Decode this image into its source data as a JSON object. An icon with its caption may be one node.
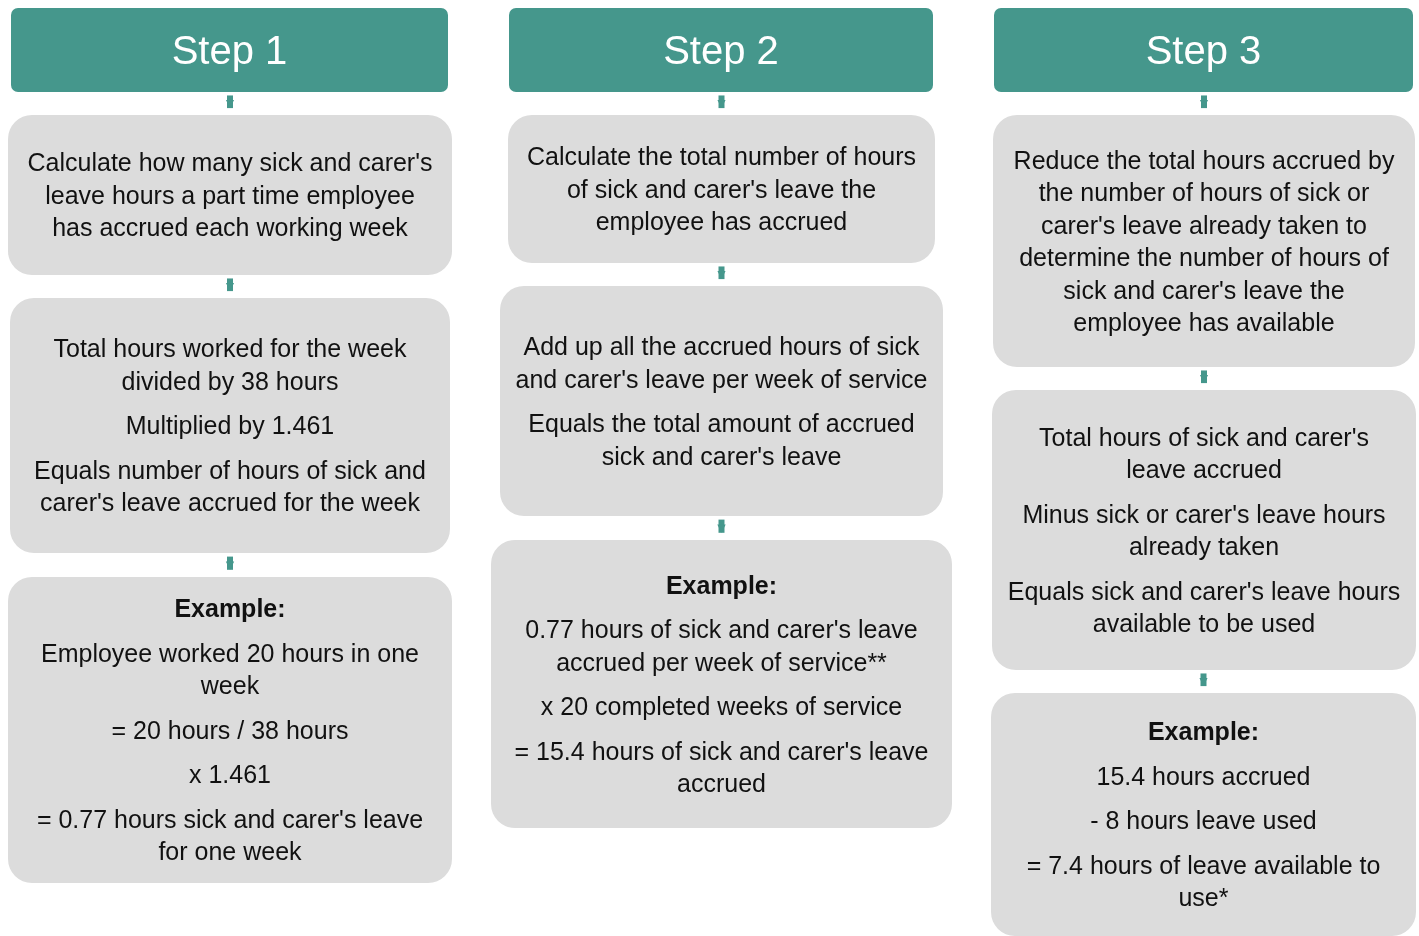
{
  "diagram": {
    "nodes": [
      {
        "text": [
          "Step 1"
        ]
      },
      {
        "text": [
          "Calculate how many sick and carer's leave hours a part time employee has accrued each working week"
        ]
      },
      {
        "text": [
          "Total hours worked for the week divided by 38 hours",
          "Multiplied by 1.461",
          "Equals number of hours of sick and carer's leave accrued for the week"
        ]
      },
      {
        "text": [
          "Example:",
          "Employee worked 20 hours in one week",
          "= 20 hours / 38 hours",
          "x 1.461",
          "= 0.77 hours sick and carer's leave for one week"
        ]
      },
      {
        "text": [
          "Step 2"
        ]
      },
      {
        "text": [
          "Calculate the total number of hours of sick and carer's leave the employee has accrued"
        ]
      },
      {
        "text": [
          "Add up all the accrued hours of sick and carer's leave  per week of service",
          "Equals the total amount of accrued sick and carer's leave"
        ]
      },
      {
        "text": [
          "Example:",
          "0.77 hours of sick and carer's leave accrued per week of service**",
          "x 20 completed weeks of service",
          "= 15.4 hours of sick and carer's leave accrued"
        ]
      },
      {
        "text": [
          "Step 3"
        ]
      },
      {
        "text": [
          "Reduce the total hours accrued by the number of hours of sick or carer's leave already taken to determine the number of hours of sick and carer's leave the employee has available"
        ]
      },
      {
        "text": [
          "Total hours of sick and carer's leave accrued",
          "Minus sick or carer's leave hours already taken",
          "Equals sick and carer's leave hours available to be used"
        ]
      },
      {
        "text": [
          "Example:",
          "15.4 hours accrued",
          "- 8 hours leave used",
          "= 7.4 hours of leave available to use*"
        ]
      }
    ],
    "edges": [
      {
        "from": 0,
        "to": 1,
        "arrow": "to"
      },
      {
        "from": 1,
        "to": 2,
        "arrow": "to"
      },
      {
        "from": 2,
        "to": 3,
        "arrow": "to"
      },
      {
        "from": 4,
        "to": 5,
        "arrow": "to"
      },
      {
        "from": 5,
        "to": 6,
        "arrow": "to"
      },
      {
        "from": 6,
        "to": 7,
        "arrow": "to"
      },
      {
        "from": 8,
        "to": 9,
        "arrow": "to"
      },
      {
        "from": 9,
        "to": 10,
        "arrow": "to"
      },
      {
        "from": 10,
        "to": 11,
        "arrow": "to"
      }
    ]
  }
}
